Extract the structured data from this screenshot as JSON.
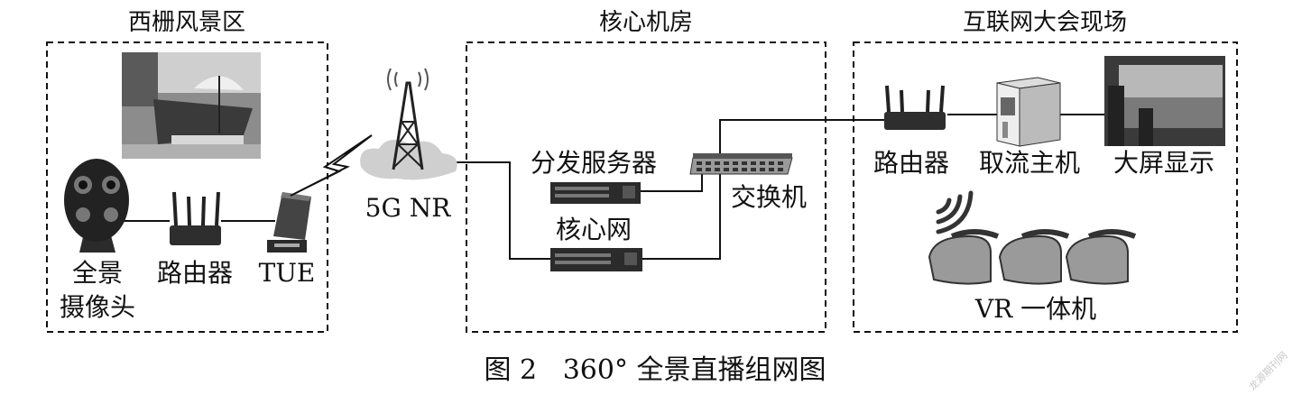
{
  "zones": {
    "left_title": "西栅风景区",
    "center_title": "核心机房",
    "right_title": "互联网大会现场"
  },
  "labels": {
    "camera_line1": "全景",
    "camera_line2": "摄像头",
    "router_left": "路由器",
    "tue": "TUE",
    "tower": "5G NR",
    "dist_server": "分发服务器",
    "core_net": "核心网",
    "switch": "交换机",
    "router_right": "路由器",
    "stream_host": "取流主机",
    "big_screen": "大屏显示",
    "vr": "VR 一体机"
  },
  "caption": "图 2   360° 全景直播组网图",
  "watermark": "龙源期刊网"
}
